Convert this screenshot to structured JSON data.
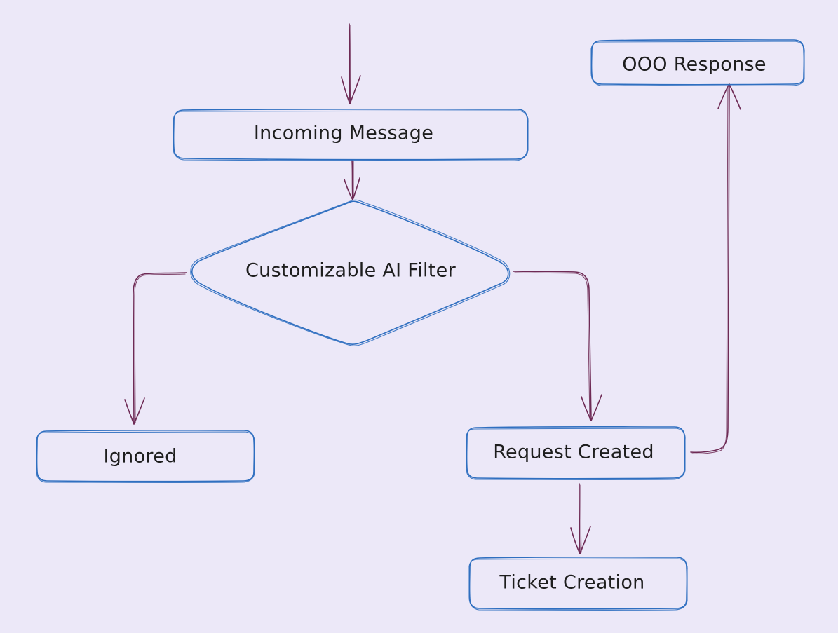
{
  "diagram": {
    "colors": {
      "background": "#ECE8F8",
      "node_stroke": "#2F6FC0",
      "edge_stroke": "#6E2A55",
      "text": "#1E1E1E"
    },
    "nodes": {
      "incoming_message": {
        "label": "Incoming Message",
        "shape": "rounded-rect"
      },
      "ai_filter": {
        "label": "Customizable AI Filter",
        "shape": "diamond"
      },
      "ignored": {
        "label": "Ignored",
        "shape": "rounded-rect"
      },
      "request_created": {
        "label": "Request Created",
        "shape": "rounded-rect"
      },
      "ticket_creation": {
        "label": "Ticket Creation",
        "shape": "rounded-rect"
      },
      "ooo_response": {
        "label": "OOO Response",
        "shape": "rounded-rect"
      }
    },
    "edges": [
      {
        "from": "",
        "to": "incoming_message"
      },
      {
        "from": "incoming_message",
        "to": "ai_filter"
      },
      {
        "from": "ai_filter",
        "to": "ignored"
      },
      {
        "from": "ai_filter",
        "to": "request_created"
      },
      {
        "from": "request_created",
        "to": "ticket_creation"
      },
      {
        "from": "request_created",
        "to": "ooo_response"
      }
    ]
  }
}
